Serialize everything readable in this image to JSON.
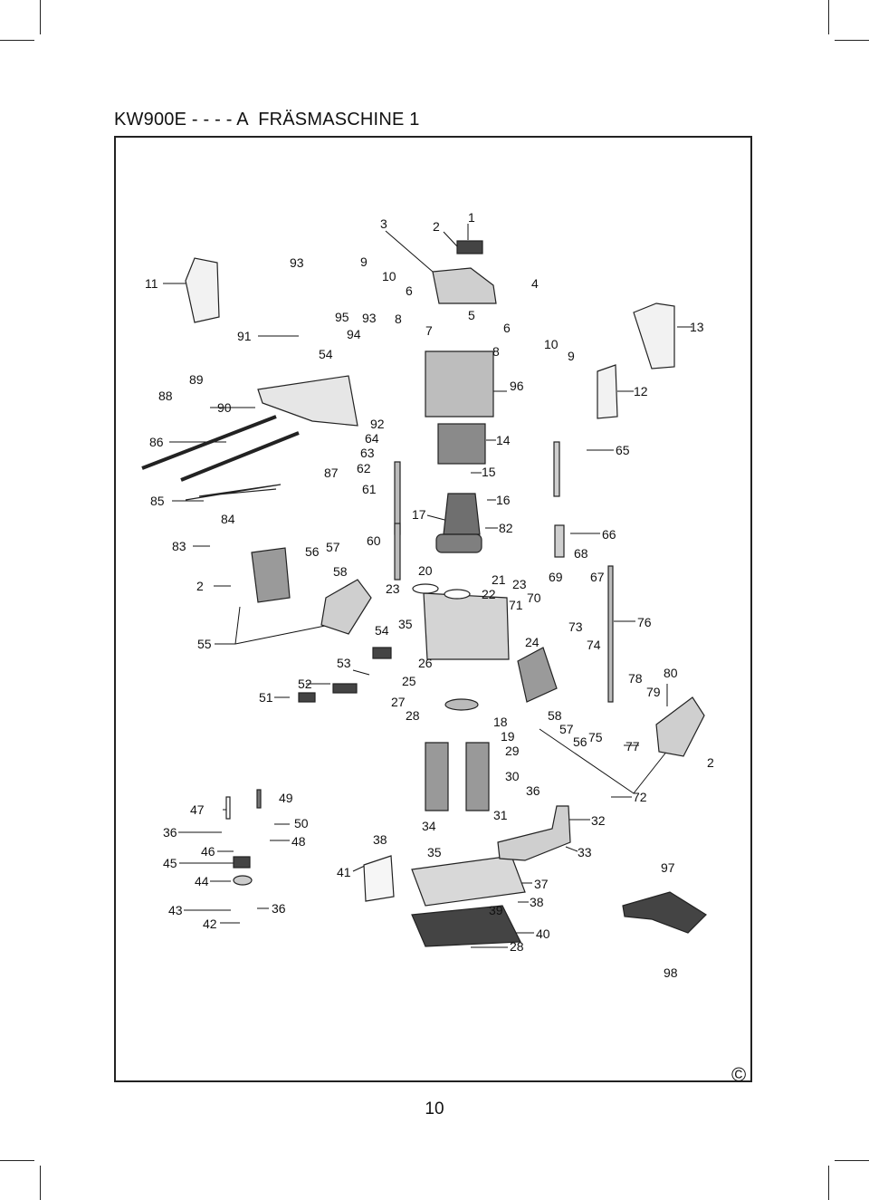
{
  "header": {
    "title": "KW900E - - - - A  FRÄSMASCHINE 1"
  },
  "footer": {
    "page_number": "10",
    "copyright": "©"
  },
  "callouts": [
    "1",
    "2",
    "3",
    "4",
    "5",
    "6",
    "7",
    "8",
    "9",
    "10",
    "11",
    "12",
    "13",
    "14",
    "15",
    "16",
    "17",
    "18",
    "19",
    "20",
    "21",
    "22",
    "23",
    "24",
    "25",
    "26",
    "27",
    "28",
    "29",
    "30",
    "31",
    "32",
    "33",
    "34",
    "35",
    "36",
    "37",
    "38",
    "39",
    "40",
    "41",
    "42",
    "43",
    "44",
    "45",
    "46",
    "47",
    "48",
    "49",
    "50",
    "51",
    "52",
    "53",
    "54",
    "55",
    "56",
    "57",
    "58",
    "60",
    "61",
    "62",
    "63",
    "64",
    "65",
    "66",
    "67",
    "68",
    "69",
    "70",
    "71",
    "72",
    "73",
    "74",
    "75",
    "76",
    "77",
    "78",
    "79",
    "80",
    "82",
    "83",
    "84",
    "85",
    "86",
    "87",
    "88",
    "89",
    "90",
    "91",
    "92",
    "93",
    "94",
    "95",
    "96",
    "97",
    "98"
  ]
}
